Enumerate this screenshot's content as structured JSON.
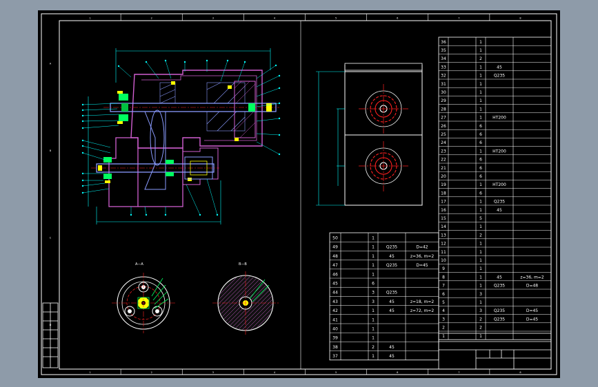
{
  "palette": {
    "frame": "#ffffff",
    "housing": "#d25fd2",
    "shaft": "#8a9bff",
    "dim": "#00ffff",
    "center": "#ff2020",
    "part": "#ffff00",
    "bearing": "#00ff60",
    "table": "#ffffff",
    "text": "#ffffff"
  },
  "border_labels": {
    "top": [
      "1",
      "2",
      "3",
      "4",
      "5",
      "6",
      "7",
      "8"
    ],
    "bottom": [
      "1",
      "2",
      "3",
      "4",
      "5",
      "6",
      "7",
      "8"
    ],
    "left": [
      "A",
      "B",
      "C",
      "D"
    ]
  },
  "sections": {
    "aa": "A—A",
    "bb": "B—B"
  },
  "bom_right": [
    [
      "36",
      "",
      "1",
      "",
      ""
    ],
    [
      "35",
      "",
      "1",
      "",
      ""
    ],
    [
      "34",
      "",
      "2",
      "",
      ""
    ],
    [
      "33",
      "",
      "1",
      "45",
      ""
    ],
    [
      "32",
      "",
      "1",
      "Q235",
      ""
    ],
    [
      "31",
      "",
      "1",
      "",
      ""
    ],
    [
      "30",
      "",
      "1",
      "",
      ""
    ],
    [
      "29",
      "",
      "1",
      "",
      ""
    ],
    [
      "28",
      "",
      "1",
      "",
      ""
    ],
    [
      "27",
      "",
      "1",
      "HT200",
      ""
    ],
    [
      "26",
      "",
      "6",
      "",
      ""
    ],
    [
      "25",
      "",
      "6",
      "",
      ""
    ],
    [
      "24",
      "",
      "6",
      "",
      ""
    ],
    [
      "23",
      "",
      "1",
      "HT200",
      ""
    ],
    [
      "22",
      "",
      "6",
      "",
      ""
    ],
    [
      "21",
      "",
      "6",
      "",
      ""
    ],
    [
      "20",
      "",
      "6",
      "",
      ""
    ],
    [
      "19",
      "",
      "1",
      "HT200",
      ""
    ],
    [
      "18",
      "",
      "6",
      "",
      ""
    ],
    [
      "17",
      "",
      "1",
      "Q235",
      ""
    ],
    [
      "16",
      "",
      "1",
      "45",
      ""
    ],
    [
      "15",
      "",
      "5",
      "",
      ""
    ],
    [
      "14",
      "",
      "1",
      "",
      ""
    ],
    [
      "13",
      "",
      "2",
      "",
      ""
    ],
    [
      "12",
      "",
      "1",
      "",
      ""
    ],
    [
      "11",
      "",
      "1",
      "",
      ""
    ],
    [
      "10",
      "",
      "1",
      "",
      ""
    ],
    [
      "9",
      "",
      "1",
      "",
      ""
    ],
    [
      "8",
      "",
      "1",
      "45",
      "z=36, m=2"
    ],
    [
      "7",
      "",
      "1",
      "Q235",
      "D=48"
    ],
    [
      "6",
      "",
      "3",
      "",
      ""
    ],
    [
      "5",
      "",
      "1",
      "",
      ""
    ],
    [
      "4",
      "",
      "3",
      "Q235",
      "D=45"
    ],
    [
      "3",
      "",
      "2",
      "Q235",
      "D=45"
    ],
    [
      "2",
      "",
      "2",
      "",
      ""
    ],
    [
      "1",
      "",
      "1",
      "",
      ""
    ]
  ],
  "bom_left": [
    [
      "50",
      "",
      "1",
      "",
      ""
    ],
    [
      "49",
      "",
      "1",
      "Q235",
      "D=42"
    ],
    [
      "48",
      "",
      "1",
      "45",
      "z=36, m=2"
    ],
    [
      "47",
      "",
      "1",
      "Q235",
      "D=45"
    ],
    [
      "46",
      "",
      "1",
      "",
      ""
    ],
    [
      "45",
      "",
      "6",
      "",
      ""
    ],
    [
      "44",
      "",
      "3",
      "Q235",
      ""
    ],
    [
      "43",
      "",
      "3",
      "45",
      "z=18, m=2"
    ],
    [
      "42",
      "",
      "1",
      "45",
      "z=72, m=2"
    ],
    [
      "41",
      "",
      "1",
      "",
      ""
    ],
    [
      "40",
      "",
      "1",
      "",
      ""
    ],
    [
      "39",
      "",
      "1",
      "",
      ""
    ],
    [
      "38",
      "",
      "2",
      "45",
      ""
    ],
    [
      "37",
      "",
      "1",
      "45",
      ""
    ]
  ]
}
